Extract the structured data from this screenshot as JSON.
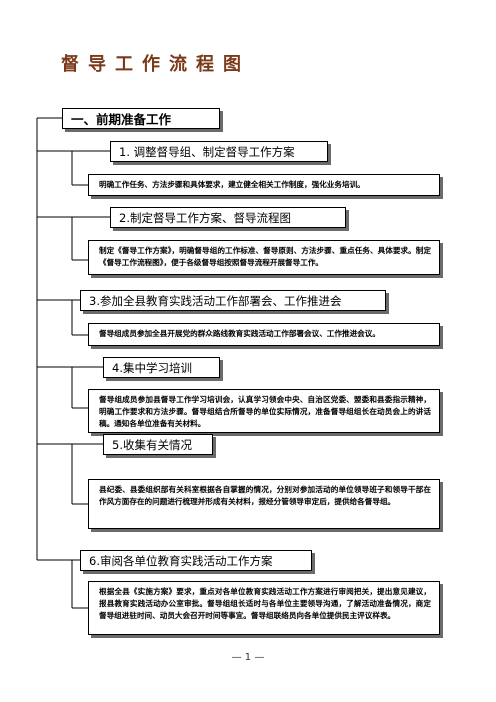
{
  "title": "督导工作流程图",
  "section": "一、前期准备工作",
  "steps": [
    {
      "label": "1. 调整督导组、制定督导工作方案",
      "desc": "明确工作任务、方法步骤和具体要求，建立健全相关工作制度，强化业务培训。"
    },
    {
      "label": "2.制定督导工作方案、督导流程图",
      "desc": "制定《督导工作方案》，明确督导组的工作标准、督导原则、方法步骤、重点任务、具体要求。制定《督导工作流程图》，便于各级督导组按照督导流程开展督导工作。"
    },
    {
      "label": "3.参加全县教育实践活动工作部署会、工作推进会",
      "desc": "督导组成员参加全县开展党的群众路线教育实践活动工作部署会议、工作推进会议。"
    },
    {
      "label": "4.集中学习培训",
      "desc": "督导组成员参加县督导工作学习培训会，认真学习领会中央、自治区党委、盟委和县委指示精神，明确工作要求和方法步骤。督导组结合所督导的单位实际情况，准备督导组组长在动员会上的讲话稿。通知各单位准备有关材料。"
    },
    {
      "label": "5.收集有关情况",
      "desc": "县纪委、县委组织部有关科室根据各自掌握的情况，分别对参加活动的单位领导班子和领导干部在作风方面存在的问题进行梳理并形成有关材料，报经分管领导审定后，提供给各督导组。"
    },
    {
      "label": "6.审阅各单位教育实践活动工作方案",
      "desc": "根据全县《实施方案》要求，重点对各单位教育实践活动工作方案进行审阅把关，提出意见建议，报县教育实践活动办公室审批。督导组组长适时与各单位主要领导沟通，了解活动准备情况，商定督导组进驻时间、动员大会召开时间等事宜。督导组联络员向各单位提供民主评议样表。"
    }
  ],
  "page_number": "— 1 —"
}
